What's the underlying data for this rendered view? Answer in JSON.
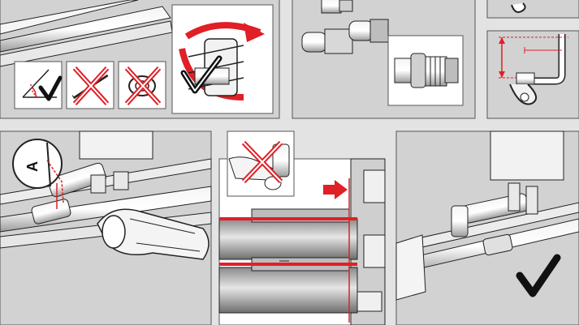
{
  "colors": {
    "background": "#e3e3e3",
    "panel": "#d2d2d2",
    "panel_border": "#555555",
    "white": "#ffffff",
    "line": "#222222",
    "accent_red": "#e01f26",
    "check": "#111111"
  },
  "panels": [
    {
      "name": "panel-cut-pipe-angle"
    },
    {
      "name": "panel-fittings-closeup"
    },
    {
      "name": "panel-top-right-small"
    },
    {
      "name": "panel-height-measure"
    },
    {
      "name": "panel-angle-tool-install"
    },
    {
      "name": "panel-insertion-section"
    },
    {
      "name": "panel-final-assembly"
    }
  ],
  "marks": {
    "angle_label": "A",
    "check": "check-icon",
    "cross": "cross-icon",
    "arrow": "arrow-icon"
  }
}
